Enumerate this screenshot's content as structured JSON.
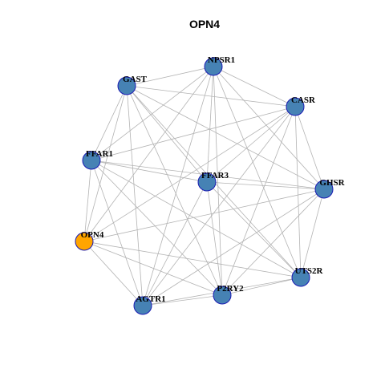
{
  "title": "OPN4",
  "colors": {
    "edge": "#b3b3b3",
    "node_default": "#4682b4",
    "node_focus": "#ffa500",
    "node_border": "#1a1ab3",
    "label": "#000000"
  },
  "nodes": [
    {
      "id": "NPSR1",
      "label": "NPSR1",
      "focus": false
    },
    {
      "id": "GAST",
      "label": "GAST",
      "focus": false
    },
    {
      "id": "CASR",
      "label": "CASR",
      "focus": false
    },
    {
      "id": "FFAR1",
      "label": "FFAR1",
      "focus": false
    },
    {
      "id": "FFAR3",
      "label": "FFAR3",
      "focus": false
    },
    {
      "id": "GHSR",
      "label": "GHSR",
      "focus": false
    },
    {
      "id": "OPN4",
      "label": "OPN4",
      "focus": true
    },
    {
      "id": "UTS2R",
      "label": "UTS2R",
      "focus": false
    },
    {
      "id": "P2RY2",
      "label": "P2RY2",
      "focus": false
    },
    {
      "id": "AGTR1",
      "label": "AGTR1",
      "focus": false
    }
  ],
  "edges": [
    [
      "GAST",
      "NPSR1"
    ],
    [
      "GAST",
      "CASR"
    ],
    [
      "GAST",
      "GHSR"
    ],
    [
      "GAST",
      "UTS2R"
    ],
    [
      "GAST",
      "P2RY2"
    ],
    [
      "GAST",
      "AGTR1"
    ],
    [
      "GAST",
      "FFAR1"
    ],
    [
      "GAST",
      "FFAR3"
    ],
    [
      "GAST",
      "OPN4"
    ],
    [
      "NPSR1",
      "CASR"
    ],
    [
      "NPSR1",
      "GHSR"
    ],
    [
      "NPSR1",
      "UTS2R"
    ],
    [
      "NPSR1",
      "P2RY2"
    ],
    [
      "NPSR1",
      "AGTR1"
    ],
    [
      "NPSR1",
      "FFAR1"
    ],
    [
      "NPSR1",
      "FFAR3"
    ],
    [
      "NPSR1",
      "OPN4"
    ],
    [
      "CASR",
      "FFAR1"
    ],
    [
      "CASR",
      "FFAR3"
    ],
    [
      "CASR",
      "OPN4"
    ],
    [
      "CASR",
      "AGTR1"
    ],
    [
      "CASR",
      "P2RY2"
    ],
    [
      "CASR",
      "UTS2R"
    ],
    [
      "CASR",
      "GHSR"
    ],
    [
      "FFAR1",
      "FFAR3"
    ],
    [
      "FFAR1",
      "GHSR"
    ],
    [
      "FFAR1",
      "UTS2R"
    ],
    [
      "FFAR1",
      "P2RY2"
    ],
    [
      "FFAR1",
      "AGTR1"
    ],
    [
      "FFAR1",
      "OPN4"
    ],
    [
      "FFAR3",
      "GHSR"
    ],
    [
      "FFAR3",
      "UTS2R"
    ],
    [
      "FFAR3",
      "P2RY2"
    ],
    [
      "FFAR3",
      "AGTR1"
    ],
    [
      "GHSR",
      "OPN4"
    ],
    [
      "GHSR",
      "AGTR1"
    ],
    [
      "GHSR",
      "P2RY2"
    ],
    [
      "GHSR",
      "UTS2R"
    ],
    [
      "OPN4",
      "UTS2R"
    ],
    [
      "OPN4",
      "P2RY2"
    ],
    [
      "OPN4",
      "AGTR1"
    ],
    [
      "AGTR1",
      "P2RY2"
    ],
    [
      "AGTR1",
      "UTS2R"
    ],
    [
      "P2RY2",
      "UTS2R"
    ]
  ]
}
